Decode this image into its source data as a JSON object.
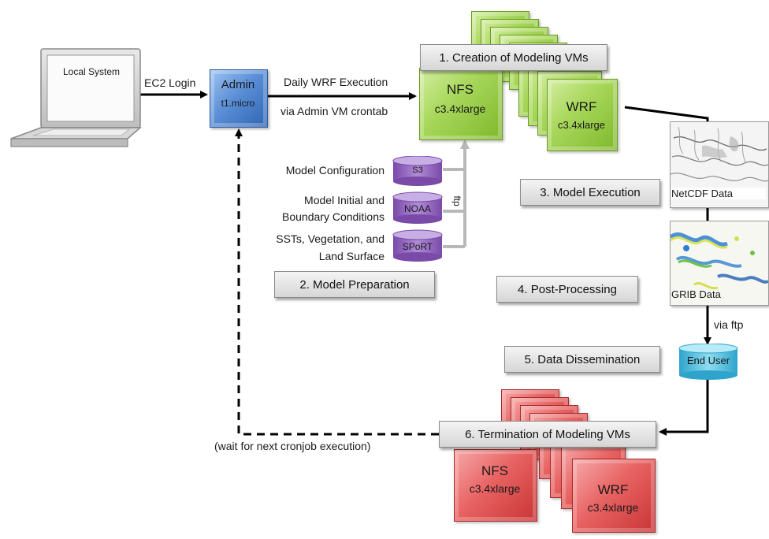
{
  "local_system": {
    "label": "Local System"
  },
  "ec2_login": {
    "label": "EC2 Login"
  },
  "admin": {
    "title": "Admin",
    "instance": "t1.micro"
  },
  "daily_exec": {
    "line1": "Daily WRF Execution",
    "line2": "via Admin VM crontab"
  },
  "steps": {
    "s1": "1. Creation of Modeling VMs",
    "s2": "2. Model Preparation",
    "s3": "3. Model Execution",
    "s4": "4. Post-Processing",
    "s5": "5. Data Dissemination",
    "s6": "6. Termination of Modeling VMs"
  },
  "green_vms": {
    "nfs": {
      "name": "NFS",
      "type": "c3.4xlarge"
    },
    "wrf": {
      "name": "WRF",
      "type": "c3.4xlarge"
    }
  },
  "red_vms": {
    "nfs": {
      "name": "NFS",
      "type": "c3.4xlarge"
    },
    "wrf": {
      "name": "WRF",
      "type": "c3.4xlarge"
    }
  },
  "sources": {
    "s3": {
      "desc": "Model Configuration",
      "db": "S3"
    },
    "noaa": {
      "desc_line1": "Model Initial and",
      "desc_line2": "Boundary Conditions",
      "db": "NOAA"
    },
    "sport": {
      "desc_line1": "SSTs, Vegetation, and",
      "desc_line2": "Land Surface",
      "db": "SPoRT"
    },
    "ftp": "ftp"
  },
  "data": {
    "netcdf": "NetCDF Data",
    "grib": "GRIB Data"
  },
  "via_ftp": "via ftp",
  "end_user": "End User",
  "wait_note": "(wait for next cronjob execution)",
  "colors": {
    "admin": "#5b8fd6",
    "green": "#9ccf4e",
    "red": "#e05a5a",
    "purple": "#9b6bc9",
    "cyan": "#5fc3e0"
  }
}
